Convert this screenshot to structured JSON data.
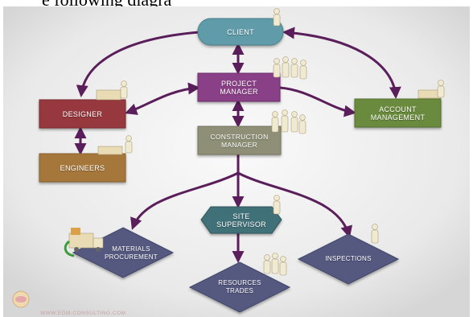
{
  "caption": "e following diagra",
  "nodes": {
    "client": "CLIENT",
    "project_manager": [
      "PROJECT",
      "MANAGER"
    ],
    "designer": "DESIGNER",
    "account_management": [
      "ACCOUNT",
      "MANAGEMENT"
    ],
    "construction_manager": [
      "CONSTRUCTION",
      "MANAGER"
    ],
    "engineers": "ENGINEERS",
    "site_supervisor": [
      "SITE",
      "SUPERVISOR"
    ],
    "materials_procurement": [
      "MATERIALS",
      "PROCUREMENT"
    ],
    "inspections": "INSPECTIONS",
    "resources_trades": [
      "RESOURCES",
      "TRADES"
    ]
  },
  "colors": {
    "client": "#5f9ba8",
    "project_manager": "#8a3f86",
    "designer": "#96383c",
    "account_management": "#6a8a3c",
    "construction_manager": "#8e8f76",
    "engineers": "#a5773a",
    "site_supervisor": "#3f6f78",
    "diamond": "#55597f",
    "connector": "#5a1e5a"
  },
  "footer": "WWW.EDM-CONSULTING.COM"
}
